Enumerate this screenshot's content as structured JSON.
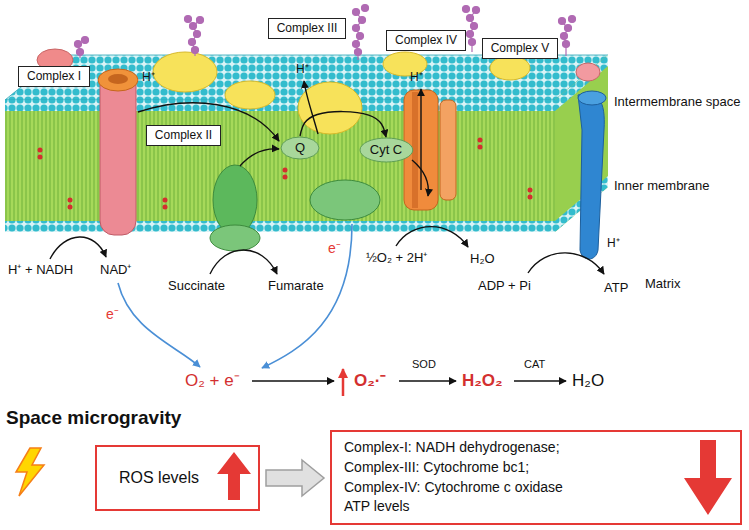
{
  "diagram": {
    "title": "Space microgravity",
    "nodes": [
      {
        "text": [
          "Complex I"
        ]
      },
      {
        "text": [
          "Complex II"
        ]
      },
      {
        "text": [
          "Complex III"
        ]
      },
      {
        "text": [
          "Complex IV"
        ]
      },
      {
        "text": [
          "Complex V"
        ]
      },
      {
        "text": [
          "Q"
        ]
      },
      {
        "text": [
          "Cyt C"
        ]
      },
      {
        "text": [
          "ROS levels"
        ]
      },
      {
        "text": [
          "Complex-I: NADH dehydrogenase;",
          "Complex-III: Cytochrome bc1;",
          "Complex-IV: Cytochrome c oxidase",
          "ATP levels"
        ]
      }
    ],
    "edges": [
      {
        "from": 5,
        "to": 6,
        "arrow": "to"
      },
      {
        "from": 7,
        "to": 8,
        "arrow": "to"
      }
    ],
    "labels": [
      "Intermembrane space",
      "Inner membrane",
      "Matrix",
      "H⁺",
      "H⁺",
      "H⁺",
      "H⁺",
      "H⁺ + NADH",
      "NAD⁺",
      "Succinate",
      "Fumarate",
      "e⁻",
      "e⁻",
      "½O₂ + 2H⁺",
      "H₂O",
      "ADP + Pi",
      "ATP",
      "O₂ + e⁻",
      "O₂·⁻",
      "SOD",
      "H₂O₂",
      "CAT",
      "H₂O"
    ]
  }
}
